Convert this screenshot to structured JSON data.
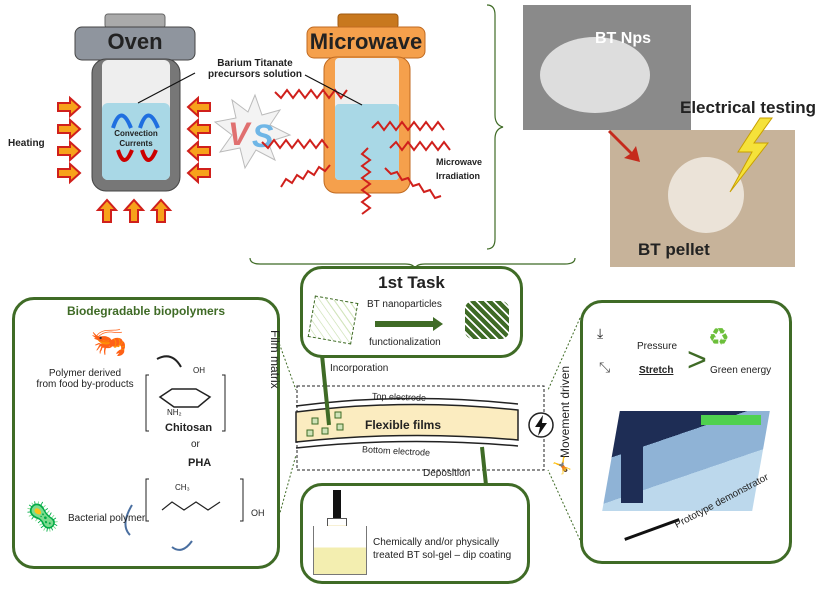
{
  "synthesis": {
    "oven_label": "Oven",
    "microwave_label": "Microwave",
    "precursor_label_1": "Barium Titanate",
    "precursor_label_2": "precursors solution",
    "convection_1": "Convection",
    "convection_2": "Currents",
    "heating_label": "Heating",
    "irradiation_1": "Microwave",
    "irradiation_2": "Irradiation",
    "vs_label": "VS"
  },
  "photos": {
    "nps_label": "BT Nps",
    "electrical_label": "Electrical testing",
    "pellet_label": "BT pellet"
  },
  "task": {
    "title": "1st Task",
    "line1": "BT nanoparticles",
    "line2": "functionalization",
    "incorporation": "Incorporation"
  },
  "biopolymers": {
    "title": "Biodegradable biopolymers",
    "food_1": "Polymer derived",
    "food_2": "from food by-products",
    "chitosan": "Chitosan",
    "or": "or",
    "pha": "PHA",
    "bacterial": "Bacterial polymer",
    "film_matrix": "Film matrix"
  },
  "films": {
    "top": "Top electrode",
    "label": "Flexible films",
    "bottom": "Bottom electrode",
    "deposition": "Deposition"
  },
  "dip": {
    "line1": "Chemically and/or physically",
    "line2": "treated BT sol-gel – dip coating"
  },
  "prototype": {
    "movement": "Movement driven",
    "pressure": "Pressure",
    "stretch": "Stretch",
    "green": "Green energy",
    "demonstrator": "Prototype demonstrator"
  },
  "colors": {
    "green": "#3f6b26",
    "liquid": "#a9d8e6",
    "orange": "#f5a04c",
    "wave": "#d0201c"
  }
}
